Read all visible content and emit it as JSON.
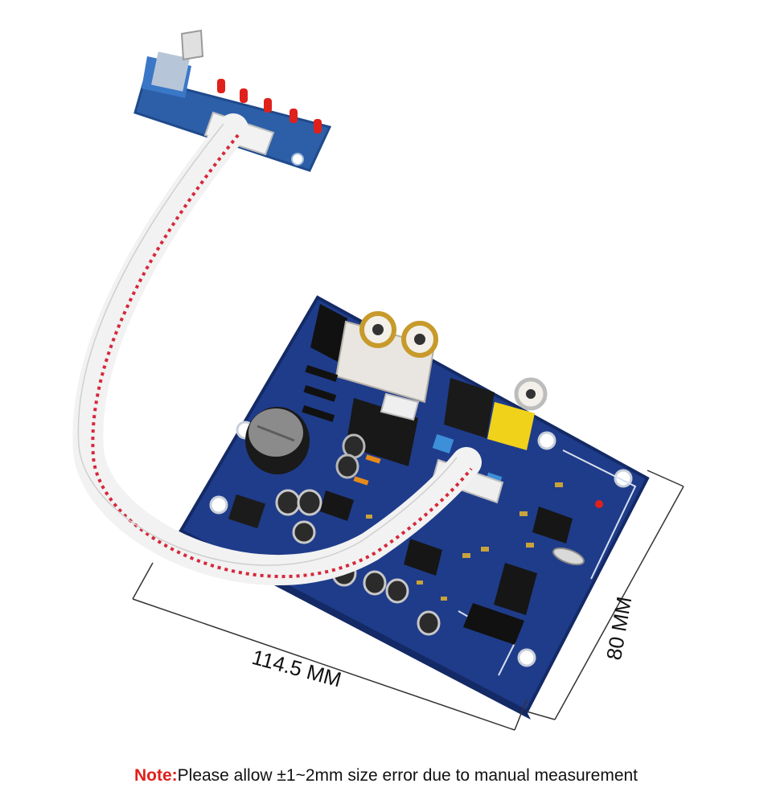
{
  "photo": {
    "subject": "DAC board with remote LED volume board",
    "colors": {
      "pcb": "#1f3c8a",
      "pcb_dark": "#142a66",
      "small_pcb": "#2d5fa8",
      "cable": "#f2f2f2",
      "cable_stripe": "#d6283b",
      "rca_yellow": "#f0d21a",
      "led_red": "#e0201b"
    }
  },
  "dimensions": {
    "width_label": "114.5 MM",
    "height_label": "80 MM"
  },
  "note": {
    "label": "Note:",
    "text": "Please allow ±1~2mm size error due to manual measurement"
  }
}
